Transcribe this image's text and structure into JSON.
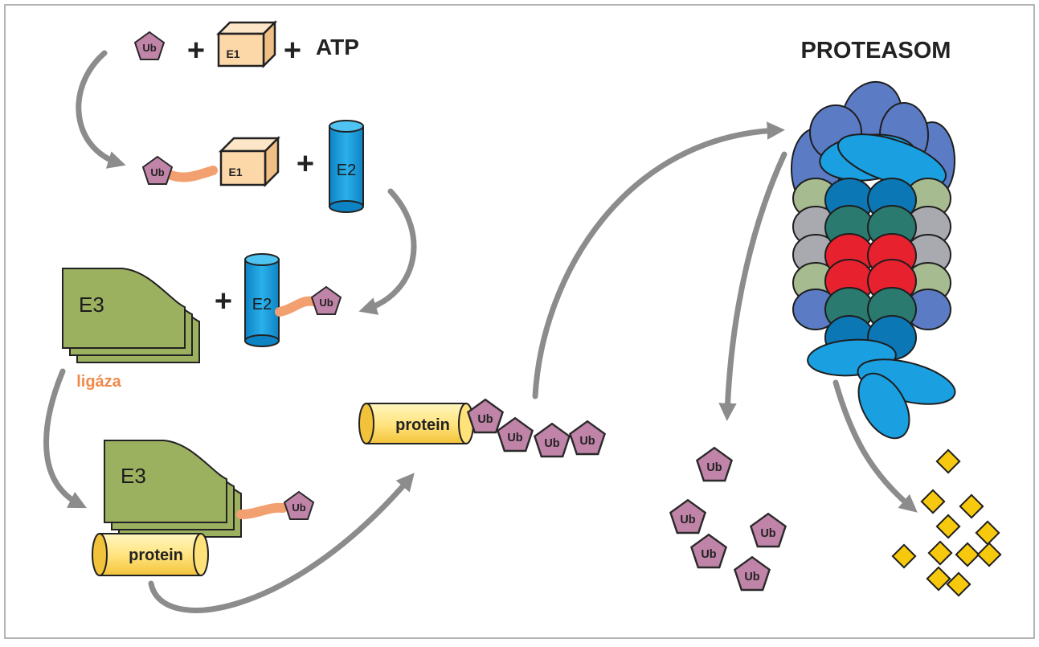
{
  "labels": {
    "ub": "Ub",
    "e1": "E1",
    "e2": "E2",
    "e3": "E3",
    "atp": "ATP",
    "plus": "+",
    "ligase": "ligáza",
    "protein": "protein",
    "proteasome": "PROTEASOM"
  },
  "colors": {
    "ubiquitin": "#c084a8",
    "e1": "#fcd7a8",
    "e2": "#1ba4df",
    "e3": "#9bb160",
    "linker": "#f3a070",
    "protein": "#ffd84a",
    "arrow": "#8c8c8c",
    "ligase_text": "#f08a4b",
    "peptide": "#f6c90e",
    "proteasome_cap_dark": "#5b7bc4",
    "proteasome_cap_light": "#1a9fe0",
    "proteasome_alpha_outer": "#a7bb90",
    "proteasome_gray": "#a8aab0",
    "proteasome_teal": "#2a7a70",
    "proteasome_red": "#e8212e",
    "proteasome_blue": "#0b77b5"
  }
}
